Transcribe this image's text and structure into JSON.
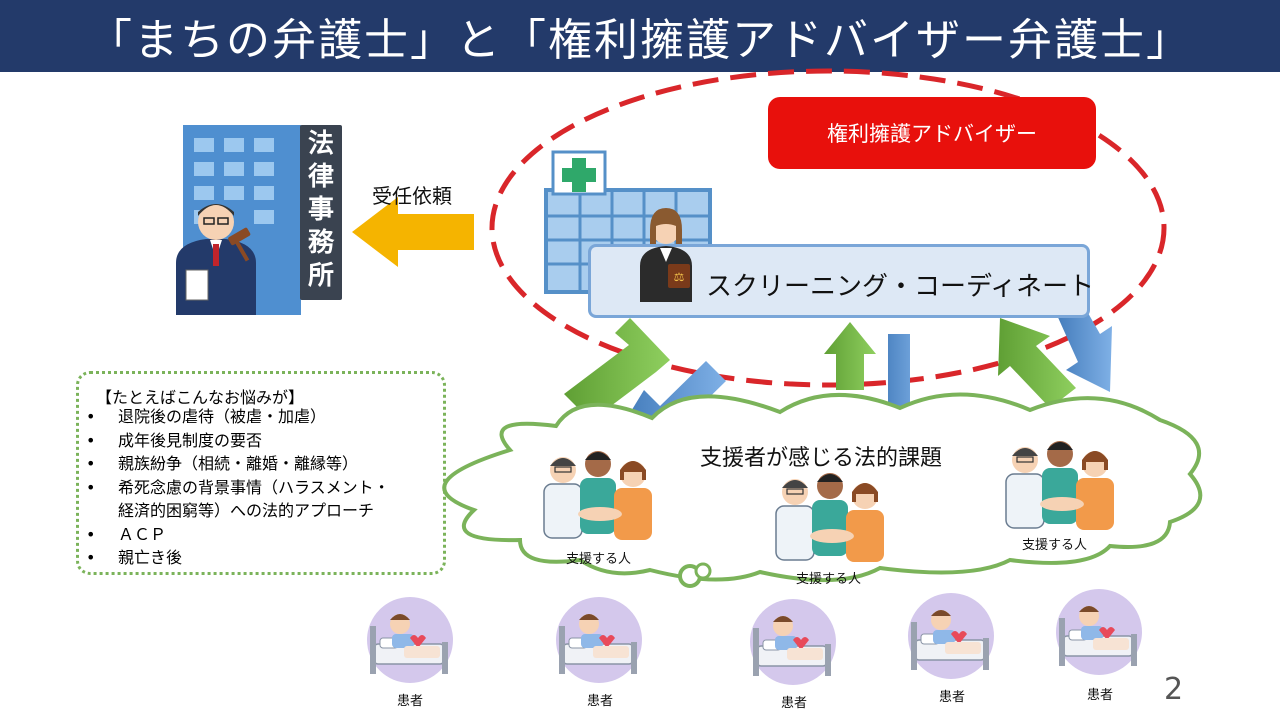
{
  "title": "「まちの弁護士」と「権利擁護アドバイザー弁護士」",
  "law_office": {
    "sign": [
      "法",
      "律",
      "事",
      "務",
      "所"
    ]
  },
  "arrow_label": "受任依頼",
  "advisor_label": "権利擁護アドバイザー",
  "screening_label": "スクリーニング・コーディネート",
  "cloud_label": "支援者が感じる法的課題",
  "supporter_label": "支援する人",
  "patient_label": "患者",
  "worries": {
    "heading": "【たとえばこんなお悩みが】",
    "bullet": "•",
    "items": [
      "退院後の虐待（被虐・加虐）",
      "成年後見制度の要否",
      "親族紛争（相続・離婚・離縁等）",
      "希死念慮の背景事情（ハラスメント・",
      "経済的困窮等）への法的アプローチ",
      "ＡＣＰ",
      "親亡き後"
    ]
  },
  "page_number": "2",
  "colors": {
    "title_bg": "#233a6a",
    "dashed_circle": "#d9262a",
    "advisor_bg": "#e8100c",
    "arrow_yellow": "#f5b400",
    "arrow_green": "#6db33f",
    "arrow_blue": "#4a86c8",
    "cloud_border": "#7bb35a",
    "patient_circle": "#d4c8ec"
  }
}
